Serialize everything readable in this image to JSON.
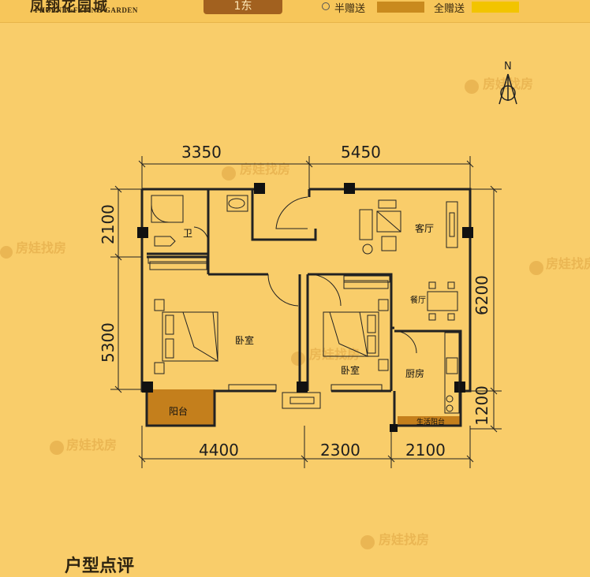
{
  "header": {
    "logo_cn": "凤翔花园城",
    "logo_en": "PHOENIX·FLYING GARDEN",
    "tab_label": "1东",
    "legend_half": "半赠送",
    "legend_full": "全赠送",
    "colors": {
      "half": "#c98a1e",
      "full": "#f2c400"
    }
  },
  "compass": {
    "label": "N"
  },
  "dimensions": {
    "top_left": "3350",
    "top_right": "5450",
    "left_top": "2100",
    "left_bottom": "5300",
    "right_top": "6200",
    "right_bottom": "1200",
    "bottom_left": "4400",
    "bottom_mid": "2300",
    "bottom_right": "2100"
  },
  "rooms": {
    "bathroom": "卫",
    "living": "客厅",
    "dining": "餐厅",
    "bedroom_left": "卧室",
    "bedroom_right": "卧室",
    "kitchen": "厨房",
    "balcony": "阳台",
    "service_balcony": "生活阳台"
  },
  "watermark": "房娃找房",
  "footer": {
    "title": "户型点评"
  }
}
